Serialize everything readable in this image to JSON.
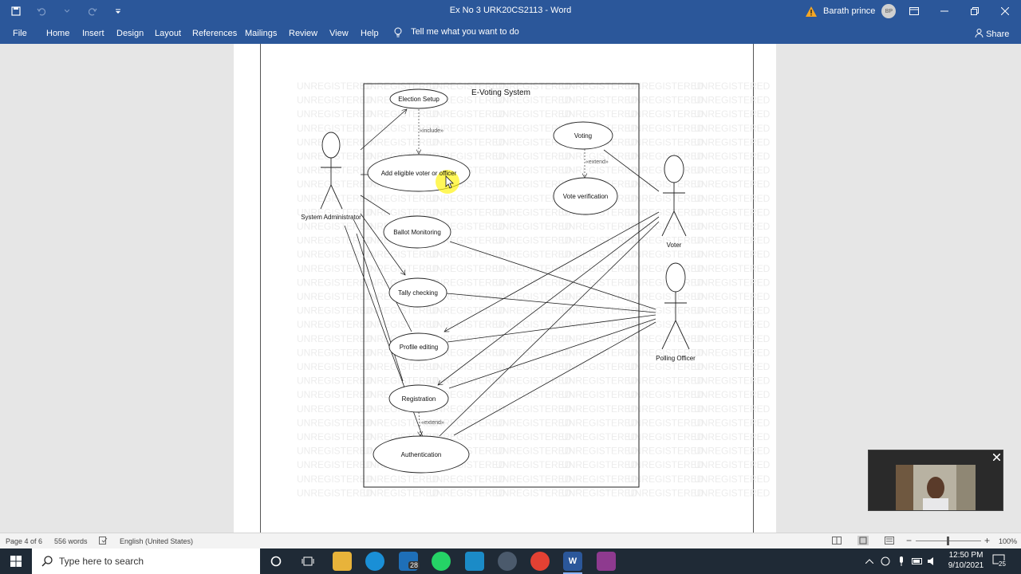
{
  "window": {
    "title": "Ex No 3 URK20CS2113  -  Word",
    "user_name": "Barath prince",
    "user_initials": "BP"
  },
  "ribbon": {
    "tabs": [
      "File",
      "Home",
      "Insert",
      "Design",
      "Layout",
      "References",
      "Mailings",
      "Review",
      "View",
      "Help"
    ],
    "tell_me": "Tell me what you want to do",
    "share": "Share"
  },
  "diagram": {
    "system_title": "E-Voting System",
    "watermark_text": "UNREGISTERED",
    "actors": {
      "admin": "System Administrator",
      "voter": "Voter",
      "officer": "Polling Officer"
    },
    "use_cases": {
      "election_setup": "Election Setup",
      "add_voter": "Add eligible voter or officer",
      "ballot_monitoring": "Ballot Monitoring",
      "tally_checking": "Tally checking",
      "profile_editing": "Profile editing",
      "registration": "Registration",
      "authentication": "Authentication",
      "voting": "Voting",
      "vote_verification": "Vote verification"
    },
    "stereotypes": {
      "include": "«include»",
      "extend_vote": "«extend»",
      "extend_auth": "«extend»"
    }
  },
  "status": {
    "page": "Page 4 of 6",
    "words": "556 words",
    "language": "English (United States)",
    "zoom": "100%"
  },
  "taskbar": {
    "search_placeholder": "Type here to search",
    "mail_badge": "28",
    "time": "12:50 PM",
    "date": "9/10/2021",
    "notif_count": "25"
  },
  "colors": {
    "word_blue": "#2b579a",
    "highlight": "#fff200"
  }
}
